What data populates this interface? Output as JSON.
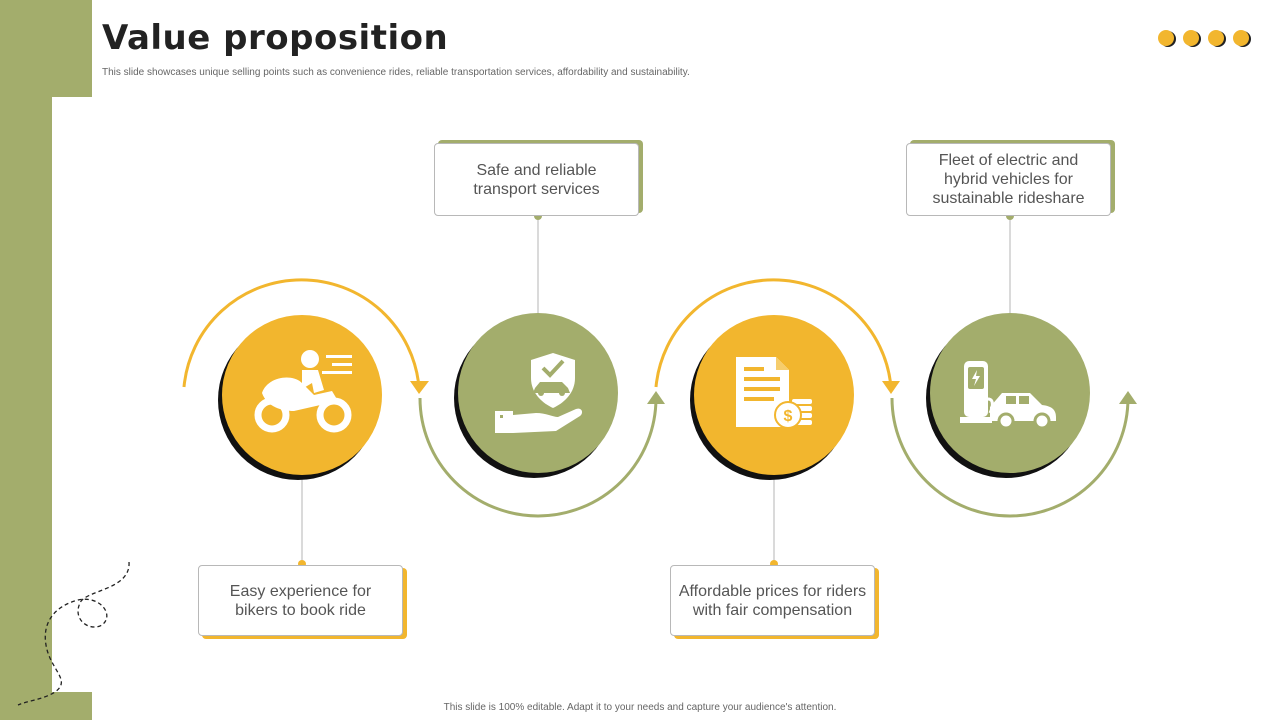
{
  "slide": {
    "title": "Value proposition",
    "subtitle": "This slide showcases unique selling points such as convenience rides, reliable transportation services, affordability and sustainability.",
    "footer": "This slide is 100% editable.  Adapt it to your needs and capture your audience's attention."
  },
  "items": [
    {
      "text": "Easy experience for bikers to book ride",
      "icon": "motorbike-rider-icon",
      "circle_color": "#f2b62e"
    },
    {
      "text": "Safe and reliable transport services",
      "icon": "shield-car-hand-icon",
      "circle_color": "#a3ad6c"
    },
    {
      "text": "Affordable prices for riders with fair compensation",
      "icon": "document-coins-icon",
      "circle_color": "#f2b62e"
    },
    {
      "text": "Fleet of electric and hybrid vehicles for sustainable rideshare",
      "icon": "ev-charging-car-icon",
      "circle_color": "#a3ad6c"
    }
  ],
  "colors": {
    "accent_green": "#a3ad6c",
    "accent_yellow": "#f2b62e",
    "text": "#555555"
  }
}
